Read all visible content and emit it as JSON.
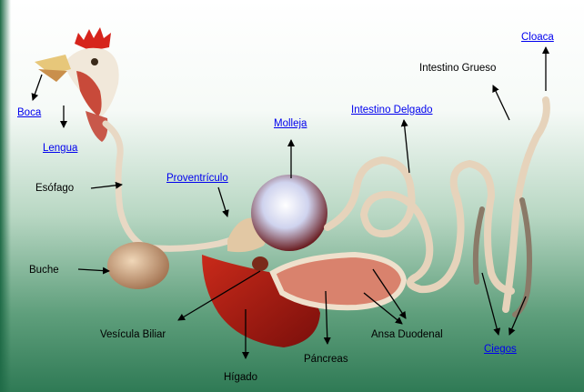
{
  "labels": {
    "boca": "Boca",
    "lengua": "Lengua",
    "esofago": "Esófago",
    "buche": "Buche",
    "proventriculo": "Proventrículo",
    "molleja": "Molleja",
    "intestino_delgado": "Intestino Delgado",
    "intestino_grueso": "Intestino Grueso",
    "cloaca": "Cloaca",
    "vesicula_biliar": "Vesícula Biliar",
    "higado": "Hígado",
    "pancreas": "Páncreas",
    "ansa_duodenal": "Ansa Duodenal",
    "ciegos": "Ciegos"
  },
  "colors": {
    "link": "#0000ee",
    "text": "#000000",
    "background_top": "#ffffff",
    "background_bottom": "#2f7a55",
    "organ_tube": "#e8d8c4",
    "liver": "#a3160f"
  },
  "icons": {
    "subject": "chicken-head"
  }
}
